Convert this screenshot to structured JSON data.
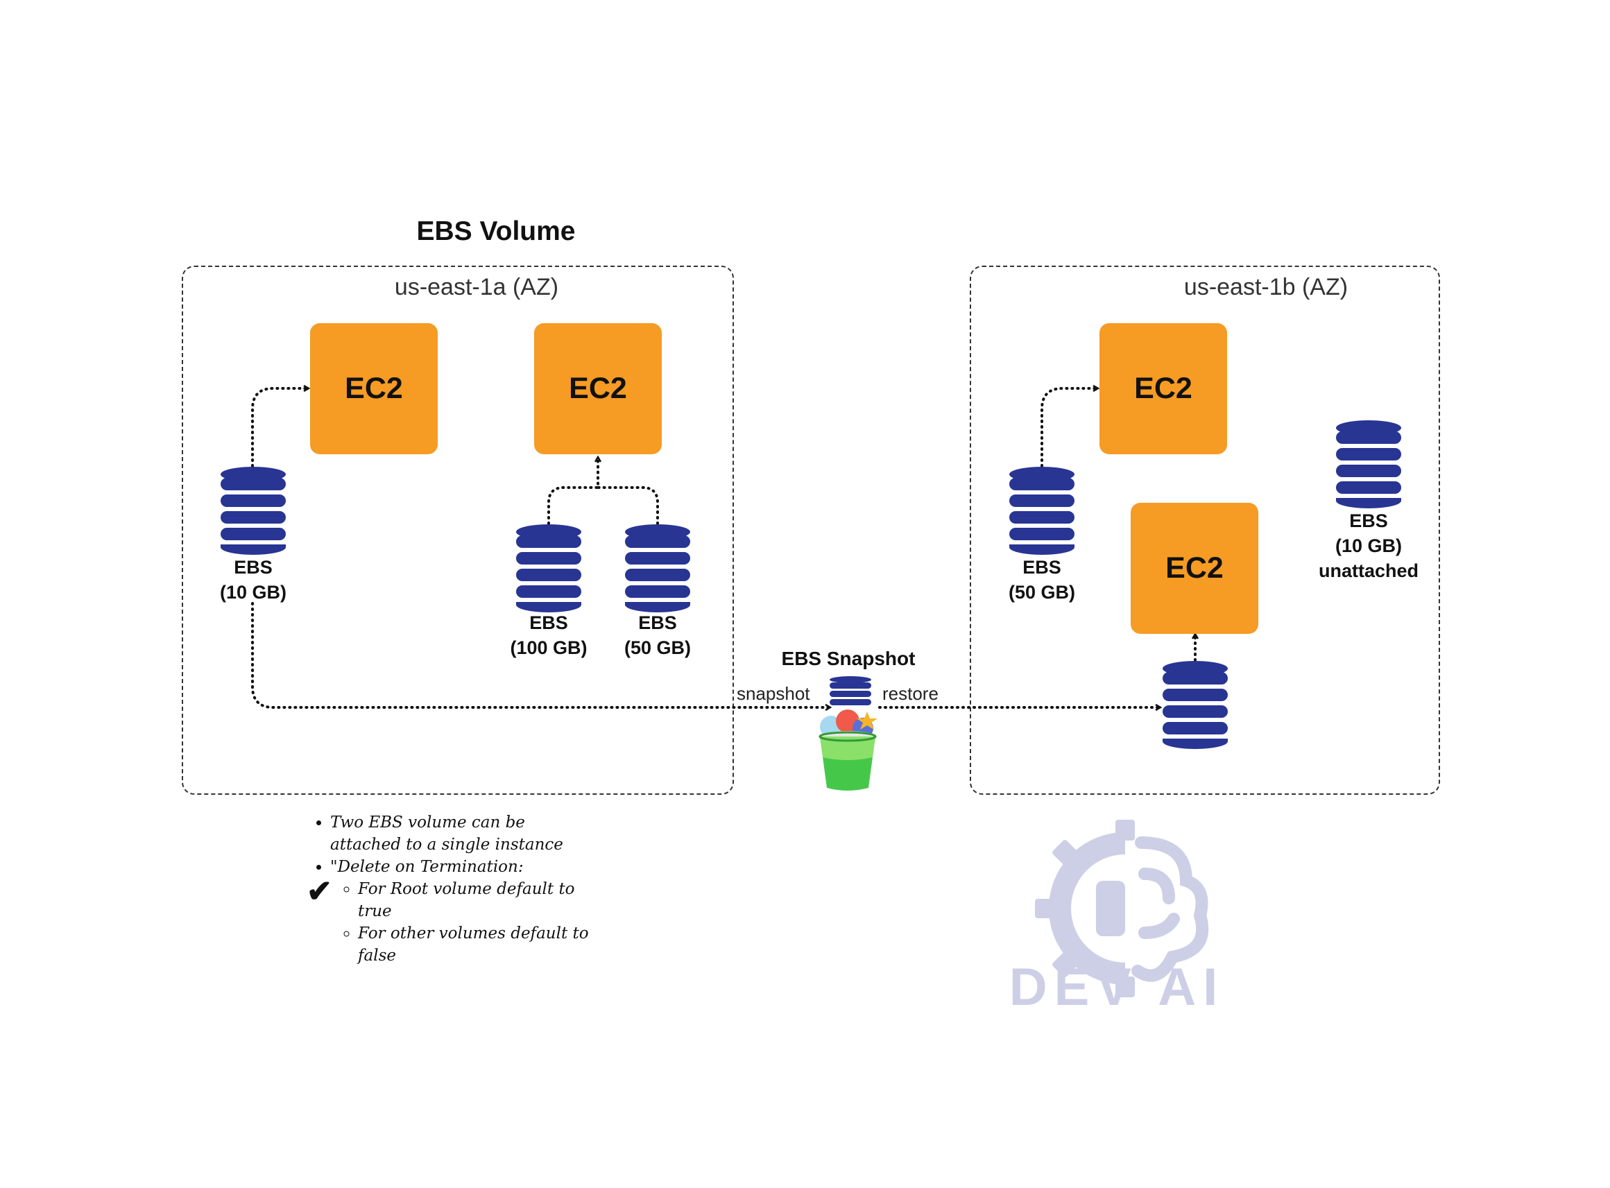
{
  "title": "EBS Volume",
  "zones": {
    "a": {
      "label": "us-east-1a (AZ)"
    },
    "b": {
      "label": "us-east-1b (AZ)"
    }
  },
  "ec2": {
    "a1": "EC2",
    "a2": "EC2",
    "b1": "EC2",
    "b2": "EC2"
  },
  "volumes": {
    "a_root": {
      "line1": "EBS",
      "line2": "(10 GB)"
    },
    "a_100": {
      "line1": "EBS",
      "line2": "(100 GB)"
    },
    "a_50": {
      "line1": "EBS",
      "line2": "(50 GB)"
    },
    "b_50": {
      "line1": "EBS",
      "line2": "(50 GB)"
    },
    "b_unattached": {
      "line1": "EBS",
      "line2": "(10 GB)",
      "line3": "unattached"
    }
  },
  "snapshot": {
    "title": "EBS Snapshot",
    "snapshot_label": "snapshot",
    "restore_label": "restore"
  },
  "notes": {
    "item1": "Two EBS volume can be attached to a single instance",
    "item2": "\"Delete on Termination:",
    "sub1": "For Root volume default to true",
    "sub2": "For other volumes default to false",
    "check": "✔"
  },
  "logo": {
    "text": "DEV AI"
  },
  "colors": {
    "ec2": "#f69b23",
    "database": "#283593",
    "logo": "#cdcfe6"
  },
  "icons": {
    "volume": "database-icon",
    "bucket": "bucket-icon",
    "logo": "gear-brain-icon"
  }
}
